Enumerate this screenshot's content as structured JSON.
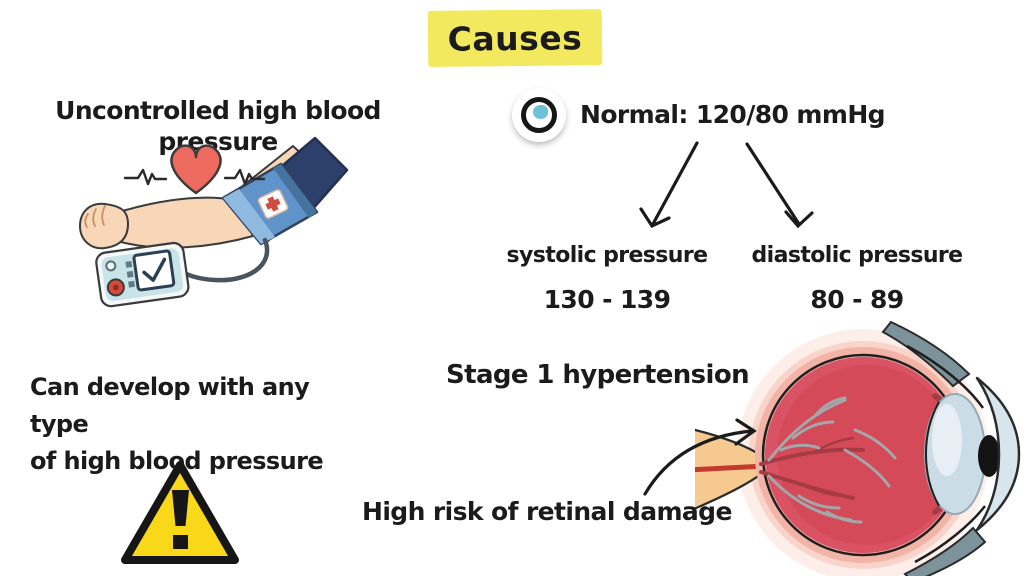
{
  "title": {
    "label": "Causes"
  },
  "left": {
    "heading": "Uncontrolled high blood pressure",
    "note": {
      "line1": "Can develop with any type",
      "line2": "of high blood pressure"
    }
  },
  "right": {
    "normal_label": "Normal: 120/80 mmHg",
    "systolic": {
      "label": "systolic pressure",
      "range": "130 - 139"
    },
    "diastolic": {
      "label": "diastolic pressure",
      "range": "80 - 89"
    },
    "stage_label": "Stage 1 hypertension",
    "risk_label": "High risk of retinal damage"
  },
  "icons": {
    "eye_badge": "eye-icon",
    "warning": "warning-triangle-icon",
    "heart": "heart-icon",
    "bp_illustration": "blood-pressure-measurement-illustration",
    "eye_anatomy": "eye-cross-section-illustration"
  },
  "colors": {
    "background": "#ffffff",
    "text": "#1b1b1b",
    "title_highlight": "#f2e95e",
    "warning_yellow": "#f8d818",
    "heart_red": "#ed6a5e",
    "skin": "#f8d7b8",
    "cuff_blue": "#5f93c9",
    "sleeve_navy": "#2d3f6b",
    "eye_red": "#d95365",
    "eye_sclera_pink": "#f3b4a8",
    "lens_blue": "#cbdce6",
    "iris_blue": "#6ec1d8",
    "vessel_gray": "#a4a7aa",
    "vessel_red": "#a63b43",
    "optic_nerve_tan": "#f5c98f"
  }
}
